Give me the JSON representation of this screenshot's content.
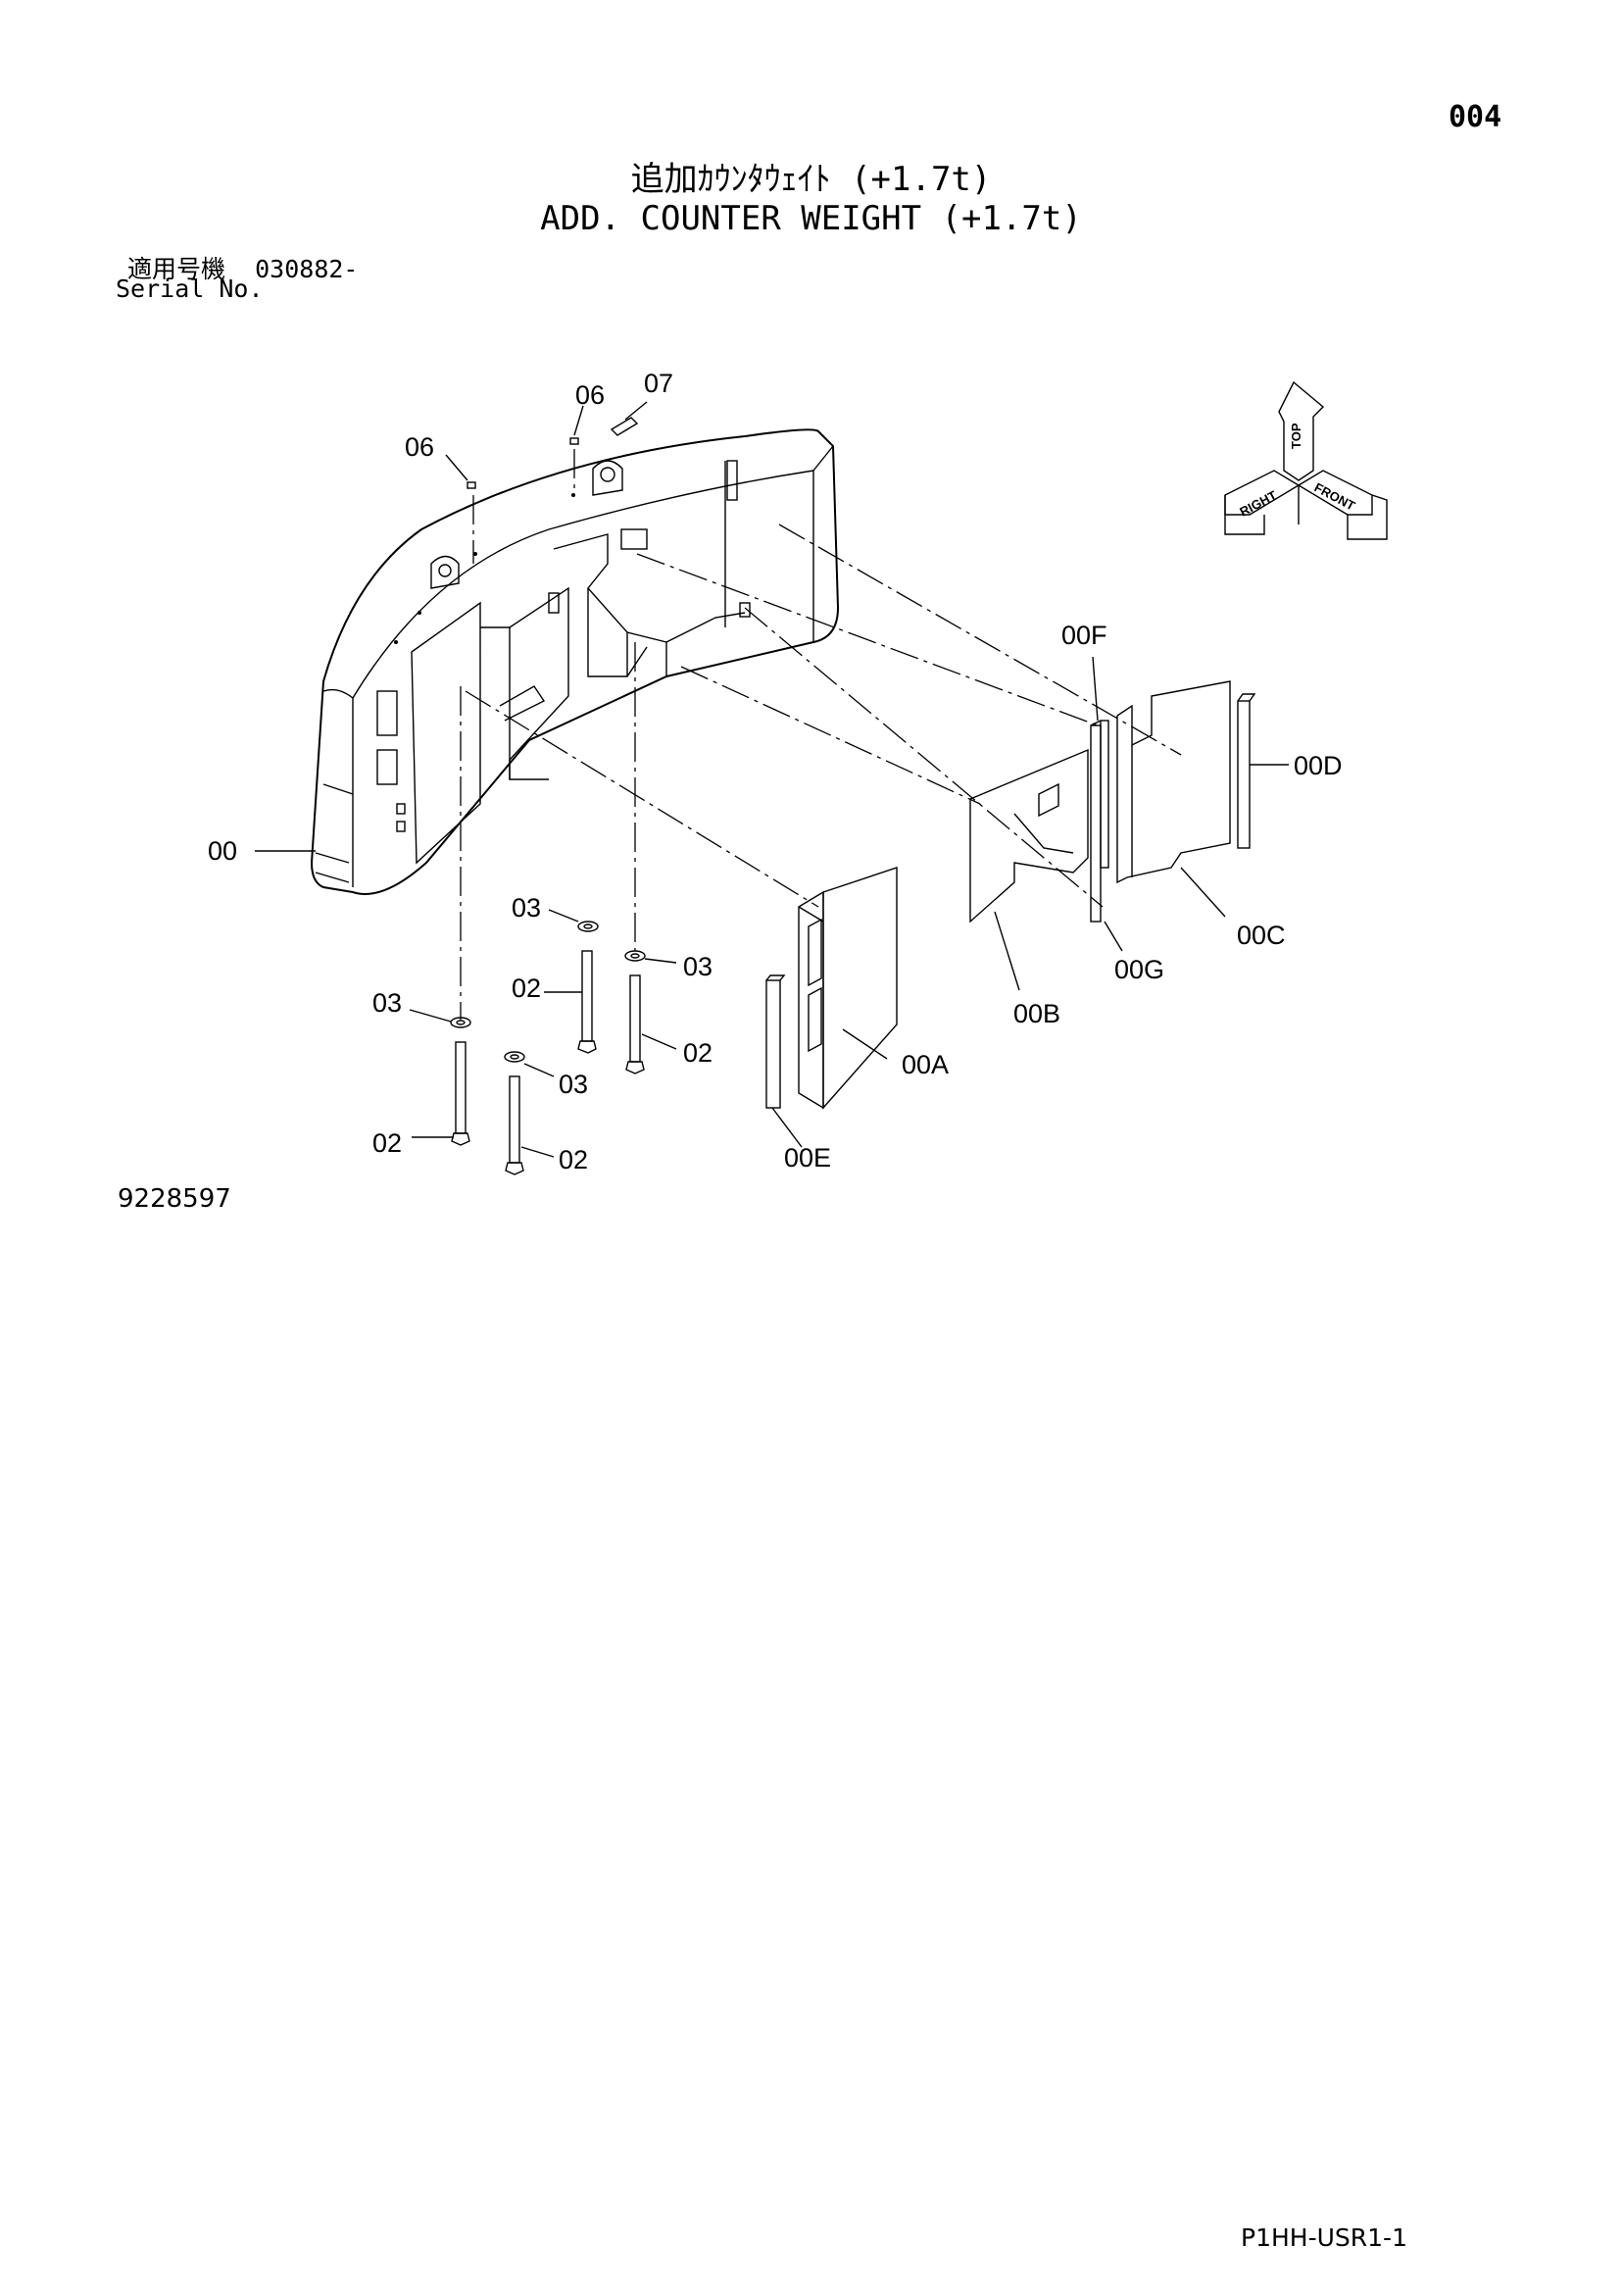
{
  "header": {
    "page_number": "004",
    "title_jp": "追加ｶｳﾝﾀｳｪｲﾄ (+1.7t)",
    "title_en": "ADD. COUNTER WEIGHT (+1.7t)",
    "serial_label_jp": "適用号機",
    "serial_value": "030882-",
    "serial_label_en": "Serial No."
  },
  "orientation_indicator": {
    "labels": [
      "TOP",
      "RIGHT",
      "FRONT"
    ]
  },
  "callouts": {
    "c00": "00",
    "c00A": "00A",
    "c00B": "00B",
    "c00C": "00C",
    "c00D": "00D",
    "c00E": "00E",
    "c00F": "00F",
    "c00G": "00G",
    "c02": "02",
    "c03": "03",
    "c06": "06",
    "c07": "07"
  },
  "footer": {
    "drawing_number": "9228597",
    "sheet_code": "P1HH-USR1-1"
  }
}
